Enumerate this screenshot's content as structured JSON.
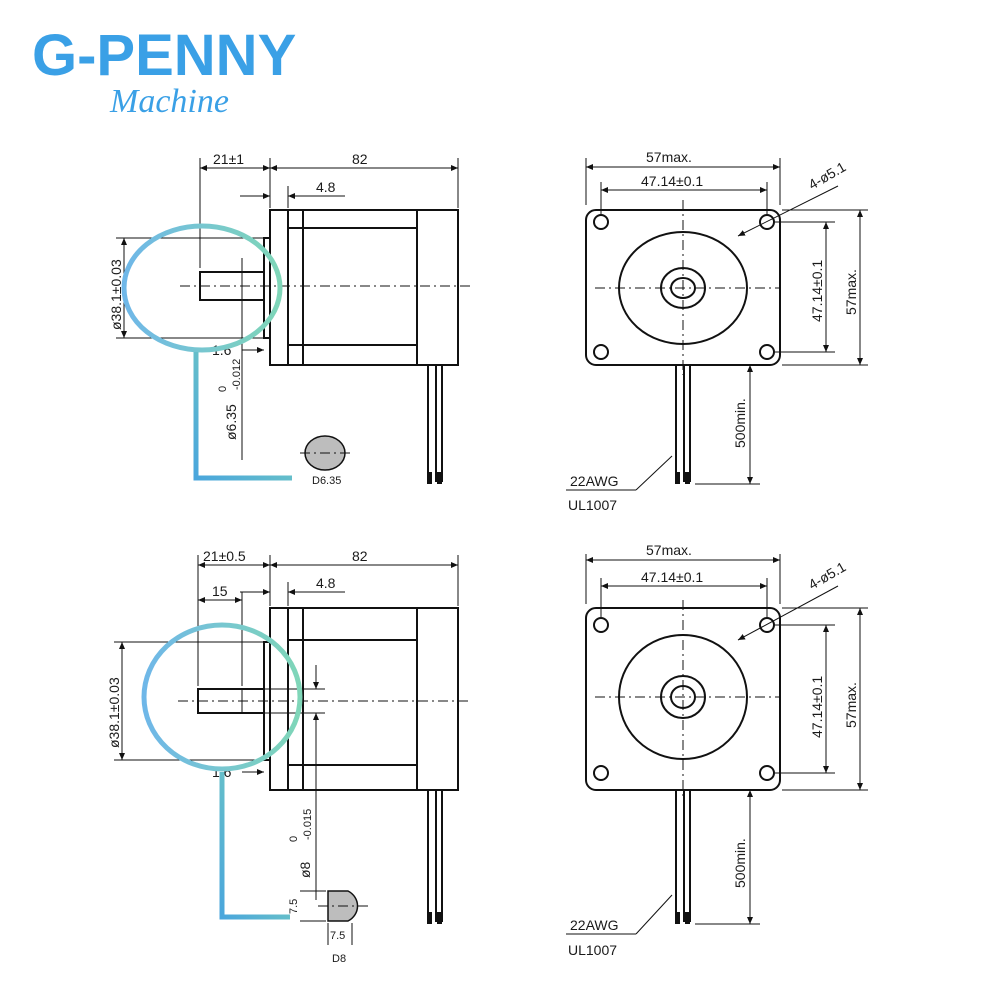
{
  "brand": {
    "name": "G-PENNY",
    "tagline": "Machine",
    "color": "#3aa0e6"
  },
  "highlight_gradient": [
    "#6fb7e8",
    "#7fd6b8"
  ],
  "top_side": {
    "dim_shaft_len": "21±1",
    "dim_body_len": "82",
    "dim_flange": "4.8",
    "dim_pilot": "ø38.1±0.03",
    "dim_pilot_depth": "1.6",
    "dim_shaft_dia": "ø6.35",
    "dim_shaft_tol_up": "0",
    "dim_shaft_tol_low": "-0.012",
    "section_label": "D6.35"
  },
  "top_front": {
    "dim_overall": "57max.",
    "dim_hole_spacing": "47.14±0.1",
    "dim_holes": "4-ø5.1",
    "dim_hole_spacing_v": "47.14±0.1",
    "dim_overall_v": "57max.",
    "dim_lead_len": "500min.",
    "wire_gauge": "22AWG",
    "wire_spec": "UL1007"
  },
  "bottom_side": {
    "dim_shaft_len": "21±0.5",
    "dim_body_len": "82",
    "dim_flat_len": "15",
    "dim_flange": "4.8",
    "dim_pilot": "ø38.1±0.03",
    "dim_pilot_depth": "1.6",
    "dim_shaft_dia": "ø8",
    "dim_shaft_tol_up": "0",
    "dim_shaft_tol_low": "-0.015",
    "flat_height": "7.5",
    "flat_width": "7.5",
    "section_label": "D8"
  },
  "bottom_front": {
    "dim_overall": "57max.",
    "dim_hole_spacing": "47.14±0.1",
    "dim_holes": "4-ø5.1",
    "dim_hole_spacing_v": "47.14±0.1",
    "dim_overall_v": "57max.",
    "dim_lead_len": "500min.",
    "wire_gauge": "22AWG",
    "wire_spec": "UL1007"
  }
}
